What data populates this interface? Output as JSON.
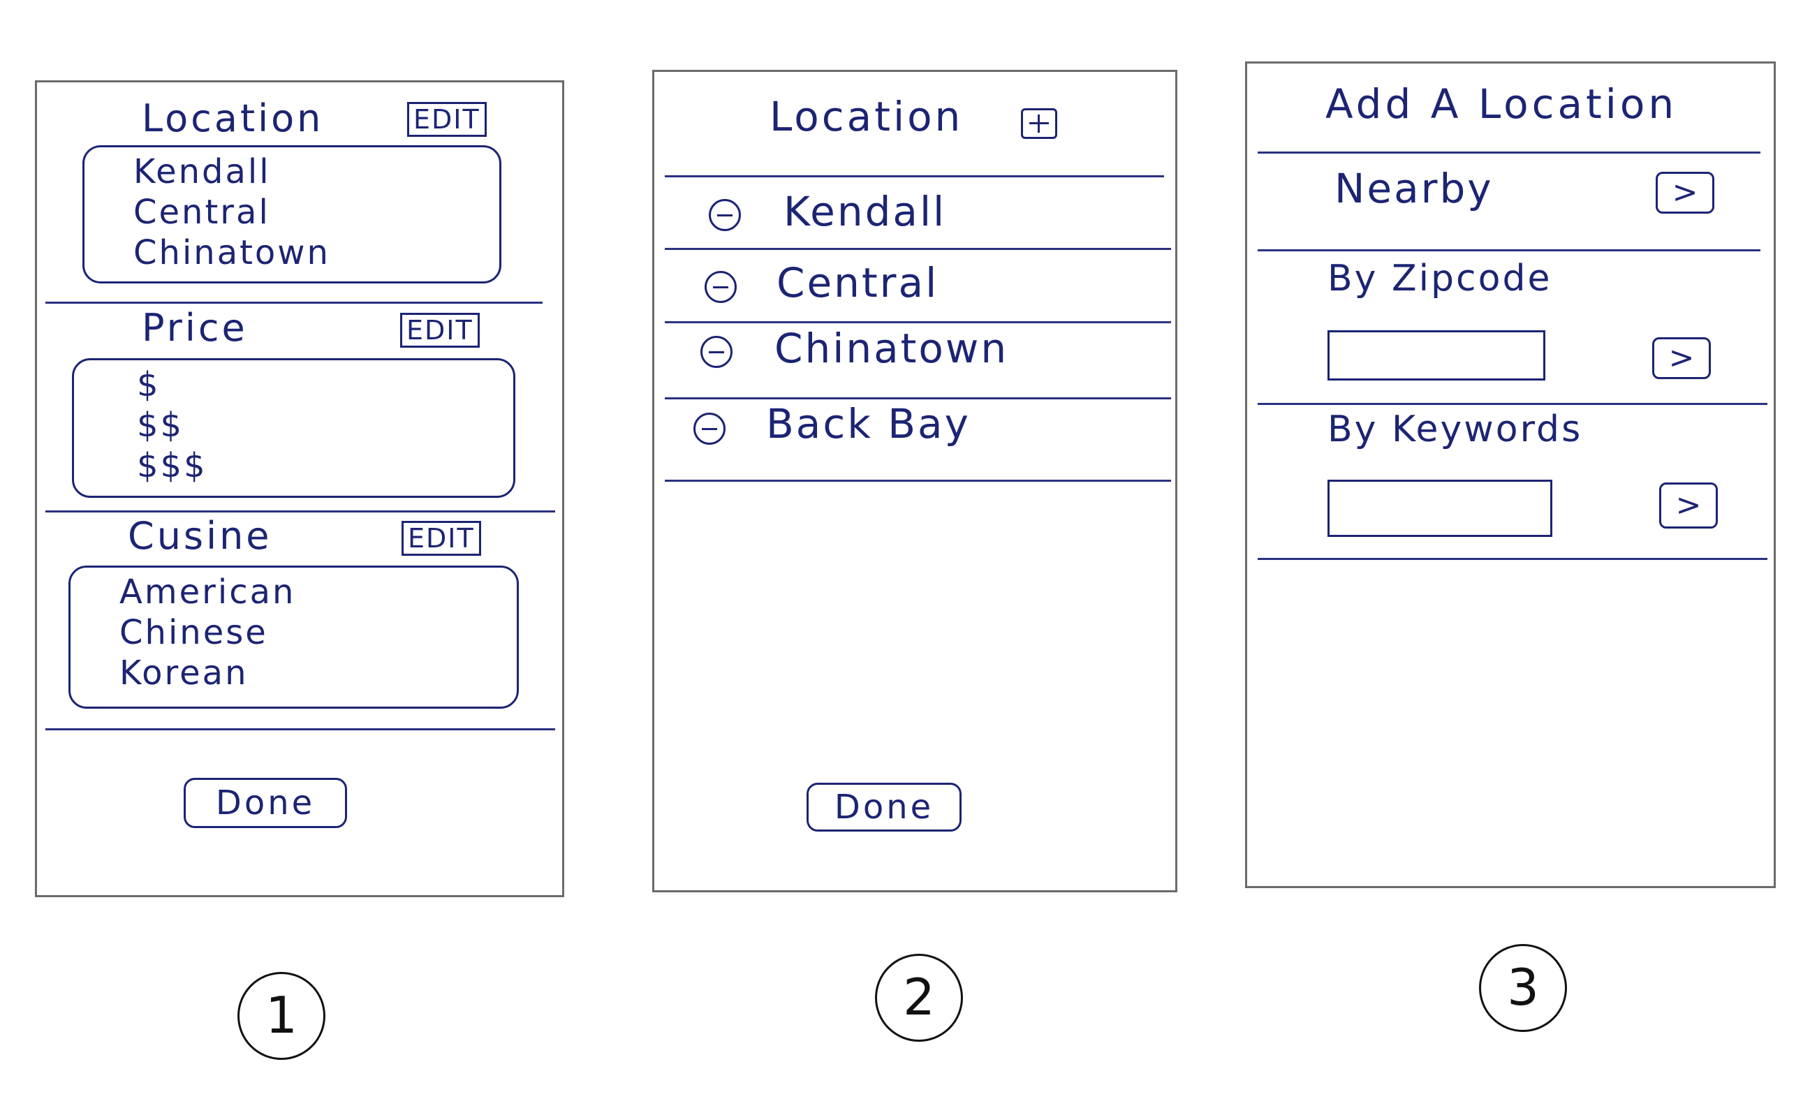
{
  "screen1": {
    "sections": [
      {
        "title": "Location",
        "edit_label": "EDIT",
        "items": [
          "Kendall",
          "Central",
          "Chinatown"
        ]
      },
      {
        "title": "Price",
        "edit_label": "EDIT",
        "items": [
          "$",
          "$$",
          "$$$"
        ]
      },
      {
        "title": "Cusine",
        "edit_label": "EDIT",
        "items": [
          "American",
          "Chinese",
          "Korean"
        ]
      }
    ],
    "done_label": "Done",
    "number": "1"
  },
  "screen2": {
    "title": "Location",
    "add_icon": "plus-icon",
    "remove_icon": "minus-icon",
    "items": [
      "Kendall",
      "Central",
      "Chinatown",
      "Back Bay"
    ],
    "done_label": "Done",
    "number": "2"
  },
  "screen3": {
    "title": "Add A Location",
    "nearby_label": "Nearby",
    "zipcode_label": "By Zipcode",
    "keywords_label": "By Keywords",
    "arrow_label": ">",
    "zipcode_value": "",
    "keywords_value": "",
    "number": "3"
  },
  "colors": {
    "ink": "#1c2473",
    "frame": "#6b6b6b"
  }
}
